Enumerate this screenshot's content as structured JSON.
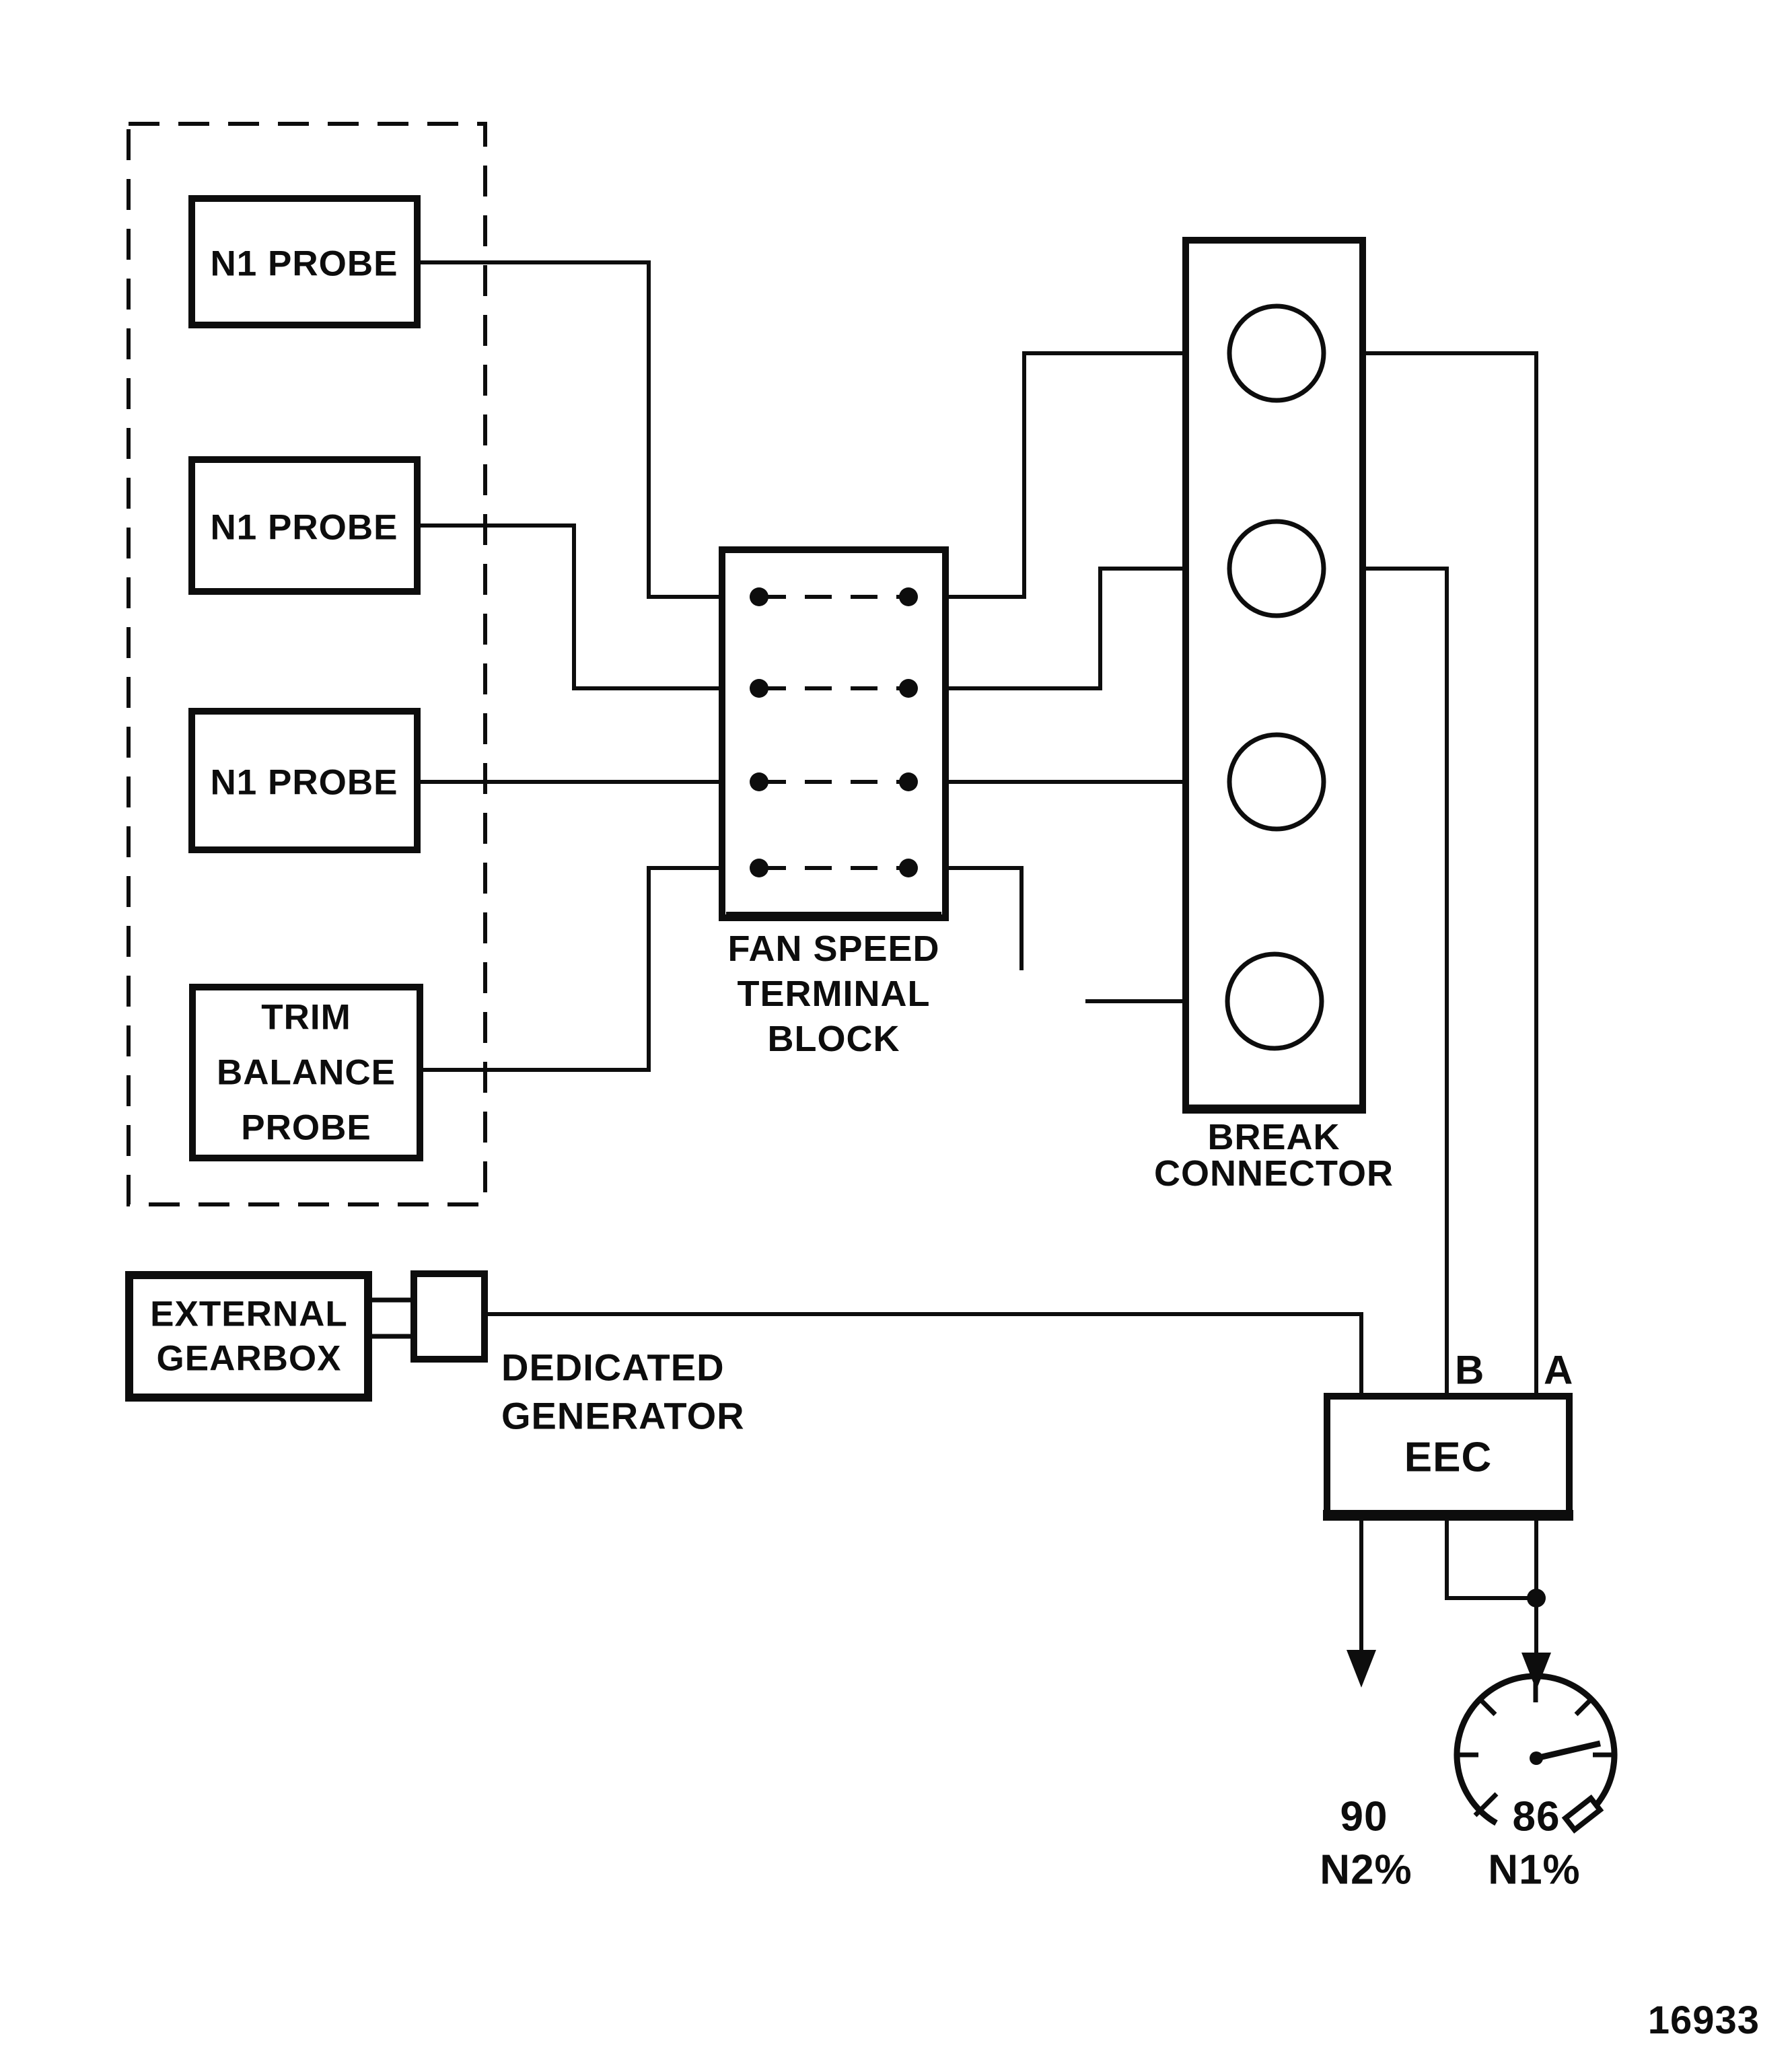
{
  "probes": {
    "n1_labels": [
      "N1 PROBE",
      "N1 PROBE",
      "N1 PROBE"
    ],
    "trim_lines": [
      "TRIM",
      "BALANCE",
      "PROBE"
    ]
  },
  "terminal_block": {
    "lines": [
      "FAN SPEED",
      "TERMINAL",
      "BLOCK"
    ]
  },
  "break_connector": {
    "lines": [
      "BREAK",
      "CONNECTOR"
    ]
  },
  "gearbox": {
    "lines": [
      "EXTERNAL",
      "GEARBOX"
    ]
  },
  "generator": {
    "lines": [
      "DEDICATED",
      "GENERATOR"
    ]
  },
  "eec": {
    "label": "EEC",
    "terminal_b": "B",
    "terminal_a": "A"
  },
  "outputs": {
    "n2": {
      "value": "90",
      "label": "N2%"
    },
    "n1": {
      "value": "86",
      "label": "N1%"
    }
  },
  "figure_number": "16933",
  "colors": {
    "ink": "#0d0d0d",
    "paper": "#ffffff"
  }
}
